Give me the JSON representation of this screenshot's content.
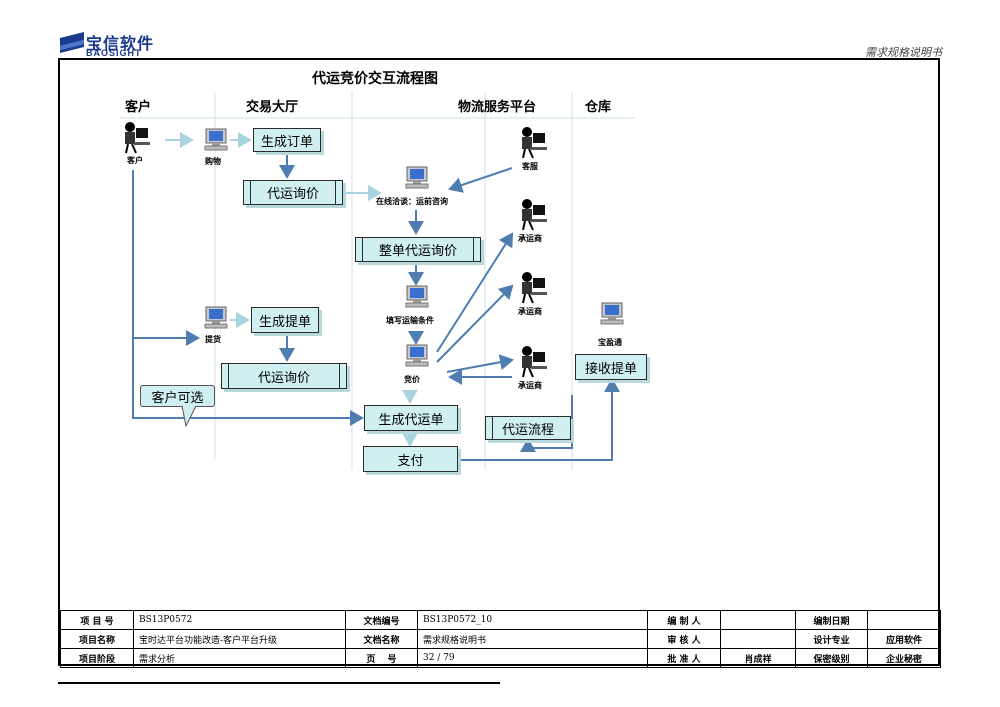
{
  "header": {
    "logo_cn": "宝信软件",
    "logo_en": "BAOSIGHT",
    "doc_type": "需求规格说明书"
  },
  "diagram": {
    "title": "代运竞价交互流程图",
    "lanes": [
      "客户",
      "交易大厅",
      "物流服务平台",
      "仓库"
    ],
    "actors": {
      "customer": "客户",
      "shopping": "购物",
      "service": "客服",
      "consult": "在线洽谈：运前咨询",
      "carrier1": "承运商",
      "carrier2": "承运商",
      "carrier3": "承运商",
      "fill": "填写运输条件",
      "bid": "竞价",
      "pickup": "提货",
      "baoyingtong": "宝盈通"
    },
    "boxes": {
      "gen_order": "生成订单",
      "inquiry1": "代运询价",
      "whole_inquiry": "整单代运询价",
      "gen_pickup": "生成提单",
      "inquiry2": "代运询价",
      "gen_agency": "生成代运单",
      "pay": "支付",
      "agency_flow": "代运流程",
      "receive_pickup": "接收提单"
    },
    "callout": "客户可选"
  },
  "info_table": {
    "rows": [
      [
        "项 目 号",
        "BS13P0572",
        "文档编号",
        "BS13P0572_10",
        "编 制 人",
        "",
        "编制日期",
        ""
      ],
      [
        "项目名称",
        "宝时达平台功能改造-客户平台升级",
        "文档名称",
        "需求规格说明书",
        "审 核 人",
        "",
        "设计专业",
        "应用软件"
      ],
      [
        "项目阶段",
        "需求分析",
        "页　 号",
        "32 / 79",
        "批 准 人",
        "肖成祥",
        "保密级别",
        "企业秘密"
      ]
    ]
  },
  "colors": {
    "arrow": "#4f7db0",
    "box_fill": "#cfeff0",
    "light_arrow": "#a9d3de",
    "brand": "#1a3a8c"
  }
}
